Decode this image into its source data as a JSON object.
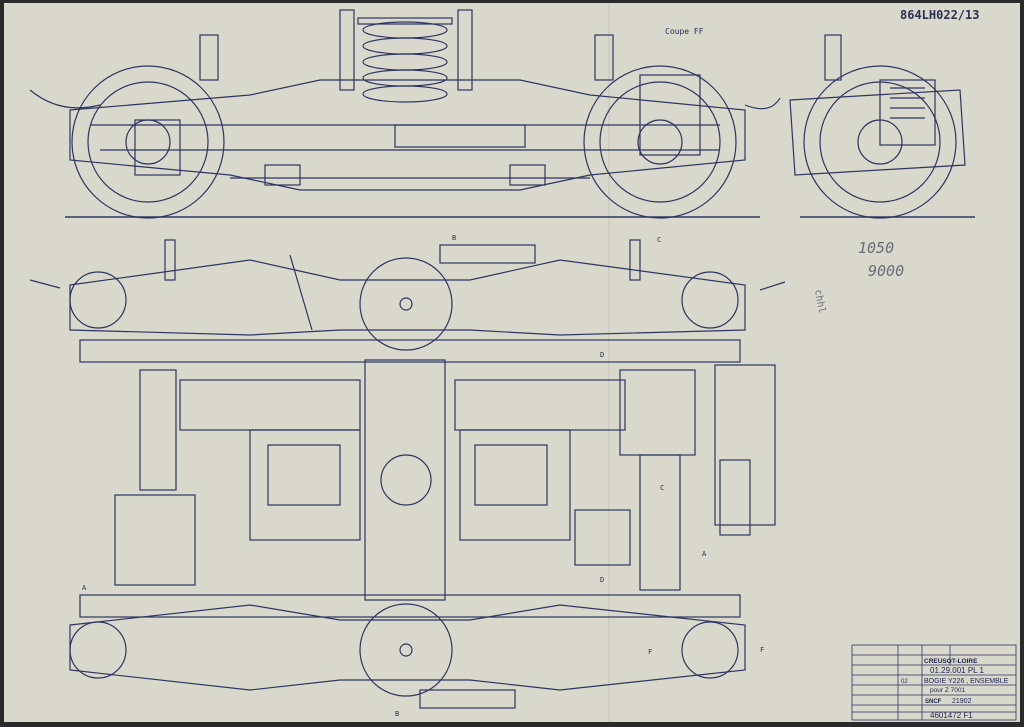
{
  "drawing": {
    "archive_ref": "864LH022/13",
    "section_label": "Coupe FF",
    "pencil_note_1": "1050",
    "pencil_note_2": "9000",
    "pencil_side_note": "chhl",
    "section_marks": {
      "b_top": "B",
      "b_bottom": "B",
      "c_top": "C",
      "c_mid": "C",
      "d_top": "D",
      "d_bottom": "D",
      "a_left": "A",
      "a_right": "A",
      "f_bottom": "F",
      "f_right": "F"
    }
  },
  "title_block": {
    "company": "CREUSOT-LOIRE",
    "drawing_number": "01.29.001 PL 1",
    "title_line_1": "BOGIE Y226 , ENSEMBLE",
    "title_line_2": "pour Z 7001",
    "brand": "SNCF",
    "ref_number": "21902",
    "bottom_number": "4601472 F1",
    "revision": "02"
  },
  "colors": {
    "paper": "#d9d8cc",
    "ink": "#2e3560",
    "frame": "#2a2a2a"
  }
}
